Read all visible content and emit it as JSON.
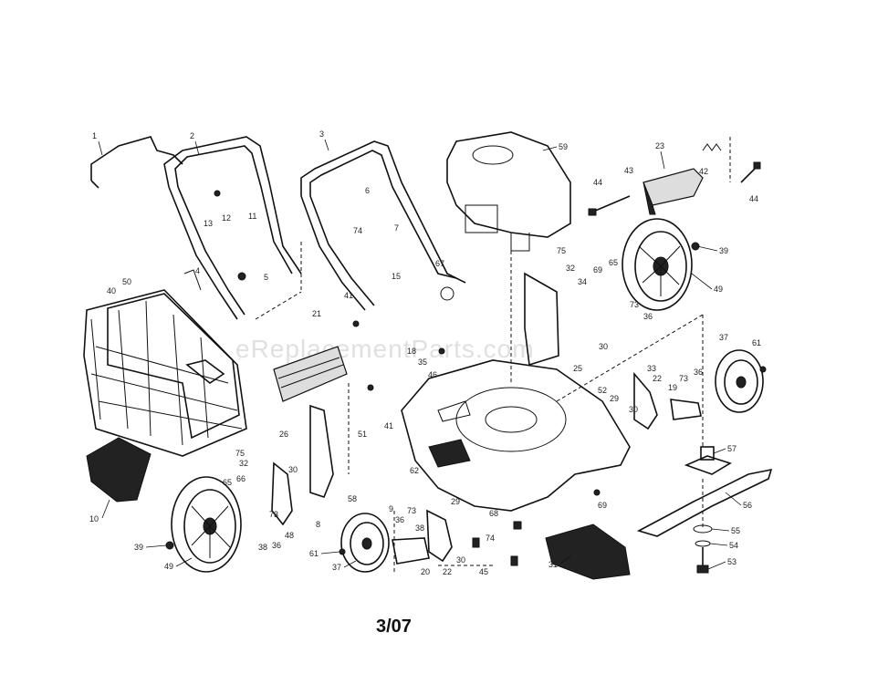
{
  "watermark": "eReplacementParts.com",
  "footer_date": "3/07",
  "callouts": [
    {
      "id": "c1",
      "text": "1"
    },
    {
      "id": "c2",
      "text": "2"
    },
    {
      "id": "c3",
      "text": "3"
    },
    {
      "id": "c59",
      "text": "59"
    },
    {
      "id": "c23",
      "text": "23"
    },
    {
      "id": "c42",
      "text": "42"
    },
    {
      "id": "c43",
      "text": "43"
    },
    {
      "id": "c44a",
      "text": "44"
    },
    {
      "id": "c44b",
      "text": "44"
    },
    {
      "id": "c6",
      "text": "6"
    },
    {
      "id": "c13",
      "text": "13"
    },
    {
      "id": "c12",
      "text": "12"
    },
    {
      "id": "c11",
      "text": "11"
    },
    {
      "id": "c7",
      "text": "7"
    },
    {
      "id": "c74a",
      "text": "74"
    },
    {
      "id": "c39a",
      "text": "39"
    },
    {
      "id": "c49a",
      "text": "49"
    },
    {
      "id": "c5",
      "text": "5"
    },
    {
      "id": "c4",
      "text": "4"
    },
    {
      "id": "c75a",
      "text": "75"
    },
    {
      "id": "c32a",
      "text": "32"
    },
    {
      "id": "c69",
      "text": "69"
    },
    {
      "id": "c65a",
      "text": "65"
    },
    {
      "id": "c34",
      "text": "34"
    },
    {
      "id": "c67",
      "text": "67"
    },
    {
      "id": "c15",
      "text": "15"
    },
    {
      "id": "c40",
      "text": "40"
    },
    {
      "id": "c50",
      "text": "50"
    },
    {
      "id": "c41a",
      "text": "41"
    },
    {
      "id": "c21",
      "text": "21"
    },
    {
      "id": "c73a",
      "text": "73"
    },
    {
      "id": "c36a",
      "text": "36"
    },
    {
      "id": "c18",
      "text": "18"
    },
    {
      "id": "c35",
      "text": "35"
    },
    {
      "id": "c30a",
      "text": "30"
    },
    {
      "id": "c25",
      "text": "25"
    },
    {
      "id": "c37a",
      "text": "37"
    },
    {
      "id": "c61a",
      "text": "61"
    },
    {
      "id": "c33",
      "text": "33"
    },
    {
      "id": "c22a",
      "text": "22"
    },
    {
      "id": "c46",
      "text": "46"
    },
    {
      "id": "c52",
      "text": "52"
    },
    {
      "id": "c29a",
      "text": "29"
    },
    {
      "id": "c19",
      "text": "19"
    },
    {
      "id": "c73b",
      "text": "73"
    },
    {
      "id": "c36b",
      "text": "36"
    },
    {
      "id": "c30b",
      "text": "30"
    },
    {
      "id": "c26",
      "text": "26"
    },
    {
      "id": "c51",
      "text": "51"
    },
    {
      "id": "c41b",
      "text": "41"
    },
    {
      "id": "c57",
      "text": "57"
    },
    {
      "id": "c75b",
      "text": "75"
    },
    {
      "id": "c32b",
      "text": "32"
    },
    {
      "id": "c30c",
      "text": "30"
    },
    {
      "id": "c62",
      "text": "62"
    },
    {
      "id": "c65b",
      "text": "65"
    },
    {
      "id": "c66",
      "text": "66"
    },
    {
      "id": "c58",
      "text": "58"
    },
    {
      "id": "c10",
      "text": "10"
    },
    {
      "id": "c9",
      "text": "9"
    },
    {
      "id": "c29b",
      "text": "29"
    },
    {
      "id": "c56",
      "text": "56"
    },
    {
      "id": "c8",
      "text": "8"
    },
    {
      "id": "c36c",
      "text": "36"
    },
    {
      "id": "c73c",
      "text": "73"
    },
    {
      "id": "c73d",
      "text": "73"
    },
    {
      "id": "c68",
      "text": "68"
    },
    {
      "id": "c69b",
      "text": "69"
    },
    {
      "id": "c74b",
      "text": "74"
    },
    {
      "id": "c39b",
      "text": "39"
    },
    {
      "id": "c38a",
      "text": "38"
    },
    {
      "id": "c38b",
      "text": "38"
    },
    {
      "id": "c48",
      "text": "48"
    },
    {
      "id": "c61b",
      "text": "61"
    },
    {
      "id": "c36d",
      "text": "36"
    },
    {
      "id": "c55",
      "text": "55"
    },
    {
      "id": "c54",
      "text": "54"
    },
    {
      "id": "c49b",
      "text": "49"
    },
    {
      "id": "c37b",
      "text": "37"
    },
    {
      "id": "c20",
      "text": "20"
    },
    {
      "id": "c22b",
      "text": "22"
    },
    {
      "id": "c30d",
      "text": "30"
    },
    {
      "id": "c45",
      "text": "45"
    },
    {
      "id": "c31",
      "text": "31"
    },
    {
      "id": "c53",
      "text": "53"
    }
  ]
}
